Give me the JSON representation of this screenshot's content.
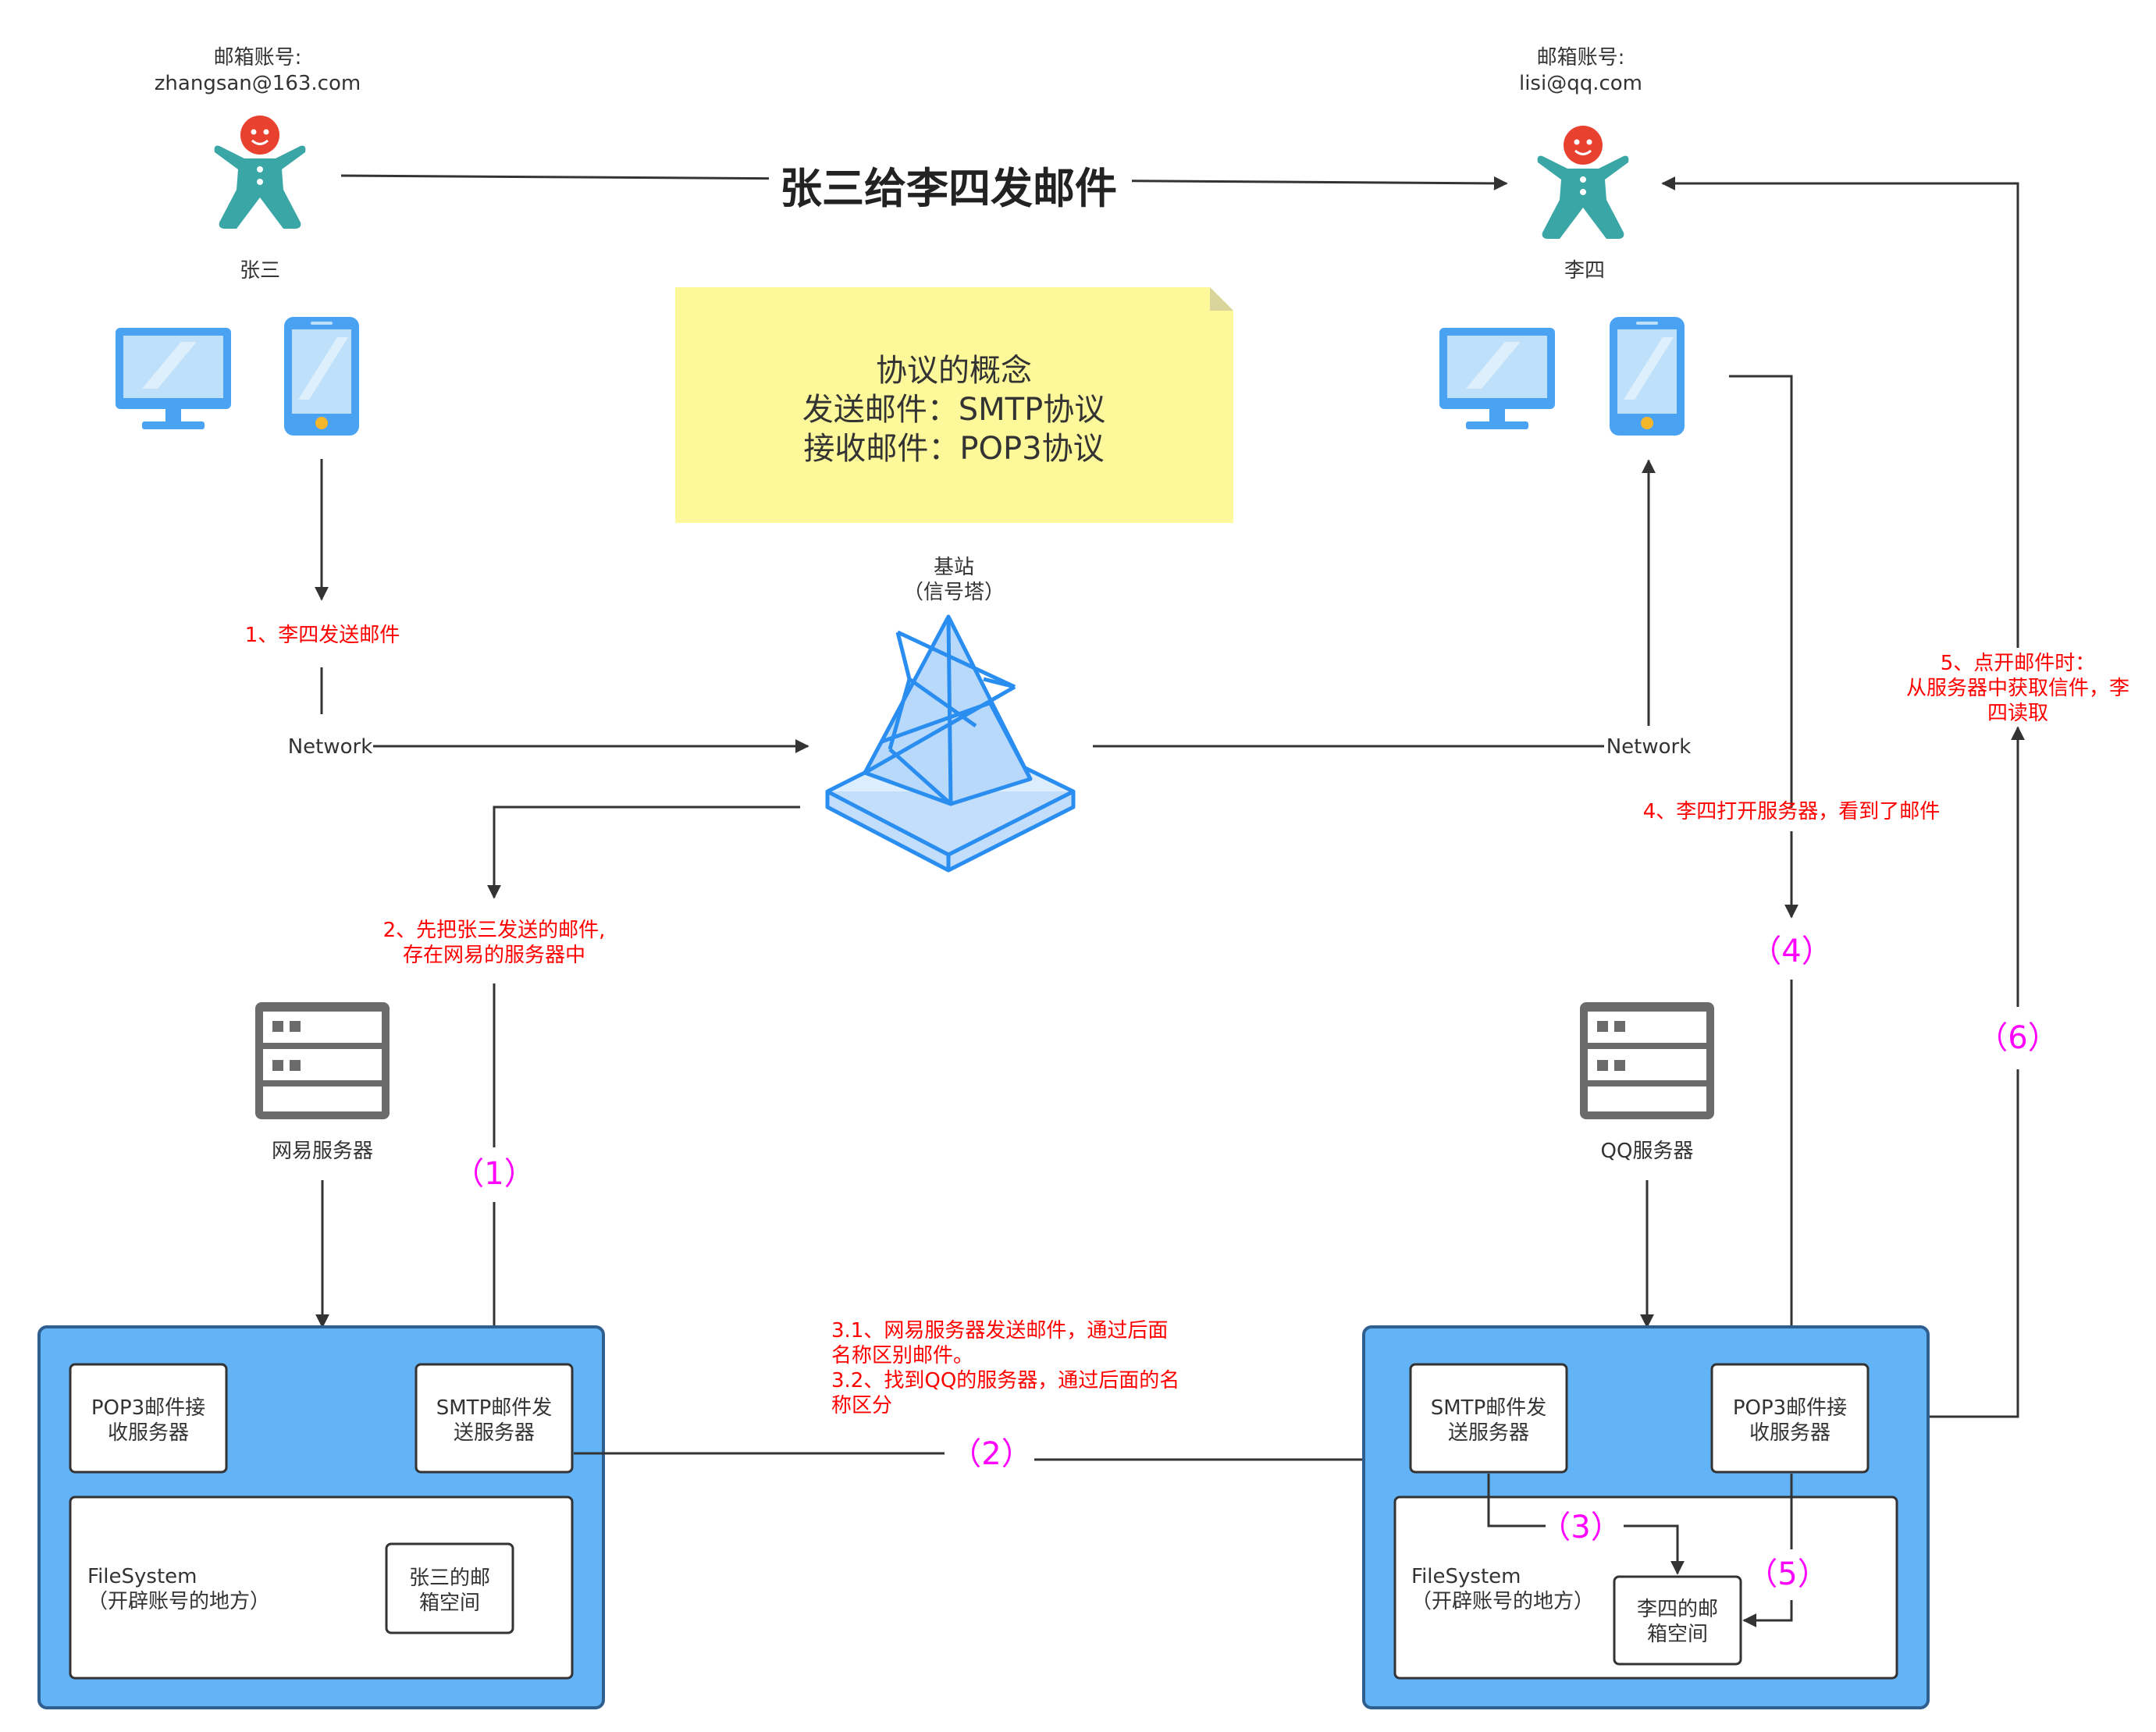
{
  "title": "张三给李四发邮件",
  "sender": {
    "account_label": "邮箱账号:",
    "account": "zhangsan@163.com",
    "name": "张三"
  },
  "receiver": {
    "account_label": "邮箱账号:",
    "account": "lisi@qq.com",
    "name": "李四"
  },
  "note": {
    "line1": "协议的概念",
    "line2": "发送邮件：SMTP协议",
    "line3": "接收邮件：POP3协议"
  },
  "tower": {
    "label1": "基站",
    "label2": "（信号塔）"
  },
  "network_left": "Network",
  "network_right": "Network",
  "servers": {
    "netease": "网易服务器",
    "qq": "QQ服务器"
  },
  "steps": {
    "s1": "1、李四发送邮件",
    "s2_line1": "2、先把张三发送的邮件,",
    "s2_line2": "存在网易的服务器中",
    "s3_line1": "3.1、网易服务器发送邮件，通过后面",
    "s3_line2": "名称区别邮件。",
    "s3_line3": "3.2、找到QQ的服务器，通过后面的名",
    "s3_line4": "称区分",
    "s4": "4、李四打开服务器，看到了邮件",
    "s5_line1": "5、点开邮件时：",
    "s5_line2": "从服务器中获取信件，李",
    "s5_line3": "四读取"
  },
  "markers": {
    "m1": "（1）",
    "m2": "（2）",
    "m3": "（3）",
    "m4": "（4）",
    "m5": "（5）",
    "m6": "（6）"
  },
  "left_box": {
    "pop3_line1": "POP3邮件接",
    "pop3_line2": "收服务器",
    "smtp_line1": "SMTP邮件发",
    "smtp_line2": "送服务器",
    "fs_line1": "FileSystem",
    "fs_line2": "（开辟账号的地方）",
    "mailbox_line1": "张三的邮",
    "mailbox_line2": "箱空间"
  },
  "right_box": {
    "smtp_line1": "SMTP邮件发",
    "smtp_line2": "送服务器",
    "pop3_line1": "POP3邮件接",
    "pop3_line2": "收服务器",
    "fs_line1": "FileSystem",
    "fs_line2": "（开辟账号的地方）",
    "mailbox_line1": "李四的邮",
    "mailbox_line2": "箱空间"
  },
  "colors": {
    "step_text": "#ff0000",
    "marker_text": "#ff00ff",
    "box_fill": "#63b3f7",
    "note_fill": "#fdf89a",
    "person": "#3aa6a6",
    "device": "#4aa3f2",
    "server_icon": "#6b6b6b",
    "tower": "#2a8ef0"
  },
  "icons": [
    "person-icon",
    "monitor-icon",
    "phone-icon",
    "tower-icon",
    "server-icon"
  ]
}
